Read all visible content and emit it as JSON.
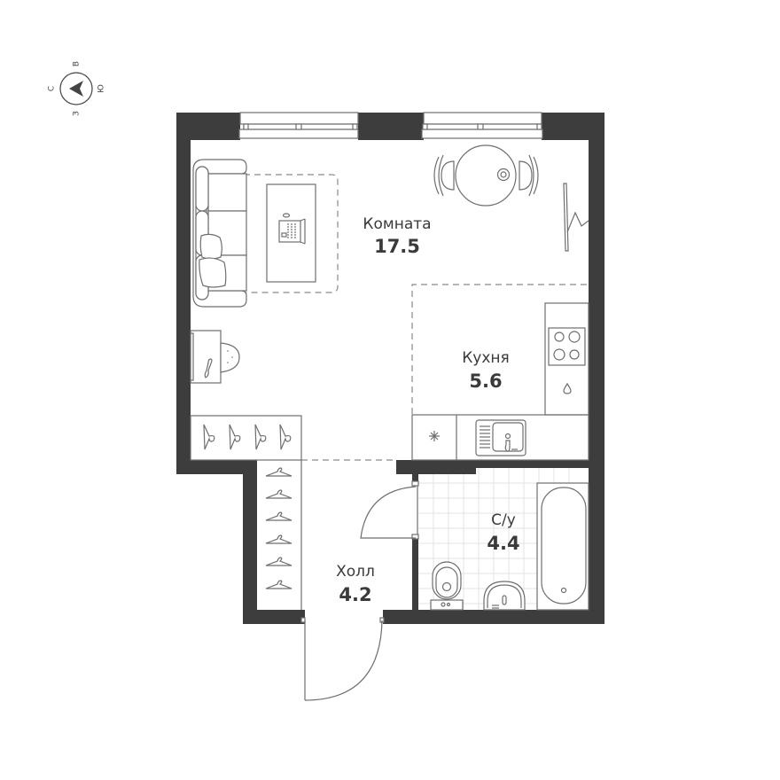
{
  "compass": {
    "north": "С",
    "east": "В",
    "south": "Ю",
    "west": "З"
  },
  "rooms": [
    {
      "id": "living",
      "name": "Комната",
      "area": "17.5"
    },
    {
      "id": "kitchen",
      "name": "Кухня",
      "area": "5.6"
    },
    {
      "id": "bathroom",
      "name": "С/у",
      "area": "4.4"
    },
    {
      "id": "hall",
      "name": "Холл",
      "area": "4.2"
    }
  ],
  "furniture": {
    "living": [
      "sofa",
      "rug",
      "coffee-table",
      "laptop",
      "dining-table",
      "chairs",
      "desk",
      "stool",
      "radiator",
      "wardrobe-hangers"
    ],
    "kitchen": [
      "cooktop",
      "oven",
      "sink",
      "fridge-counter"
    ],
    "bathroom": [
      "bathtub",
      "toilet",
      "washbasin"
    ],
    "hall": [
      "wardrobe-hangers",
      "entrance-door",
      "bathroom-door"
    ]
  },
  "colors": {
    "wall": "#3d3d3d",
    "line": "#6e6e6e",
    "tile": "#e3e3e3",
    "background": "#ffffff"
  }
}
